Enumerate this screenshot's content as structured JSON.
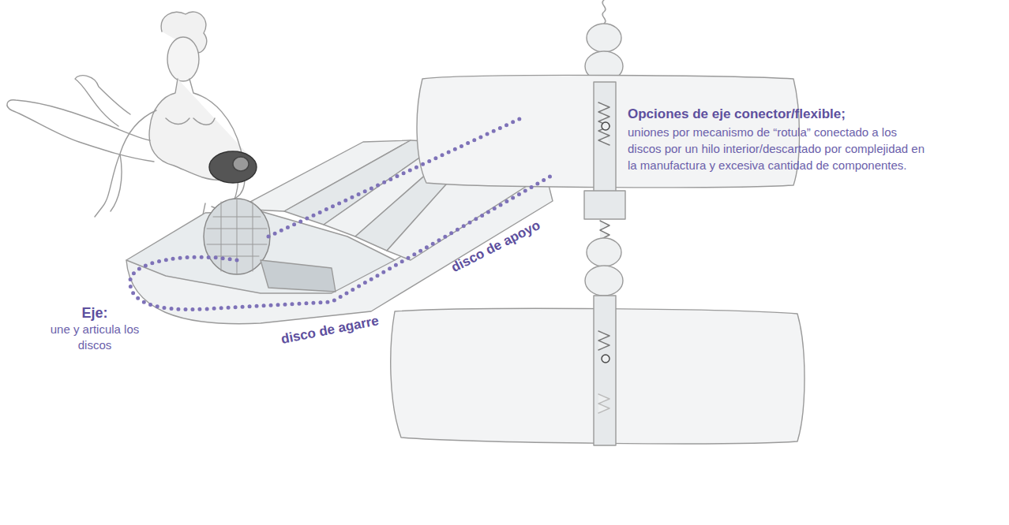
{
  "diagram": {
    "labels": [
      "Opciones de eje conector/flexible;",
      "uniones por mecanismo de “rotula” conectado a los discos por un hilo interior/descartado por complejidad en la manufactura y excesiva cantidad de componentes.",
      "Eje:",
      "une y articula los discos",
      "disco de agarre",
      "disco de apoyo"
    ]
  }
}
